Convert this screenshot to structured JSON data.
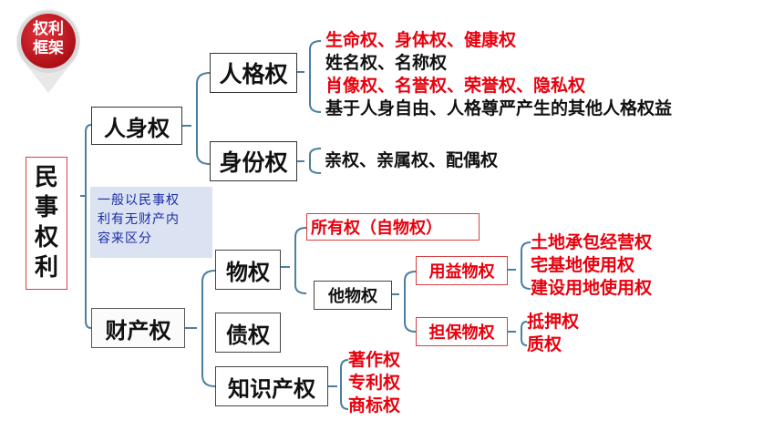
{
  "badge": {
    "line1": "权利",
    "line2": "框架"
  },
  "root": {
    "chars": [
      "民",
      "事",
      "权",
      "利"
    ]
  },
  "note": {
    "line1": "一般以民事权",
    "line2": "利有无财产内",
    "line3": "容来区分"
  },
  "level1": {
    "person": "人身权",
    "property": "财产权"
  },
  "person": {
    "personality": "人格权",
    "identity": "身份权",
    "personality_items": [
      "生命权、身体权、健康权",
      "姓名权、名称权",
      "肖像权、名誉权、荣誉权、隐私权",
      "基于人身自由、人格尊严产生的其他人格权益"
    ],
    "identity_items": [
      "亲权、亲属权、配偶权"
    ]
  },
  "property": {
    "real": "物权",
    "debt": "债权",
    "ip": "知识产权",
    "ownership": "所有权（自物权）",
    "other_real": "他物权",
    "usufruct": "用益物权",
    "security": "担保物权",
    "usufruct_items": [
      "土地承包经营权",
      "宅基地使用权",
      "建设用地使用权"
    ],
    "security_items": [
      "抵押权",
      "质权"
    ],
    "ip_items": [
      "著作权",
      "专利权",
      "商标权"
    ]
  },
  "colors": {
    "red": "#e8000d",
    "line": "#4a7fa0",
    "note_bg": "#dbe2f1",
    "note_text": "#1a2ea8"
  }
}
